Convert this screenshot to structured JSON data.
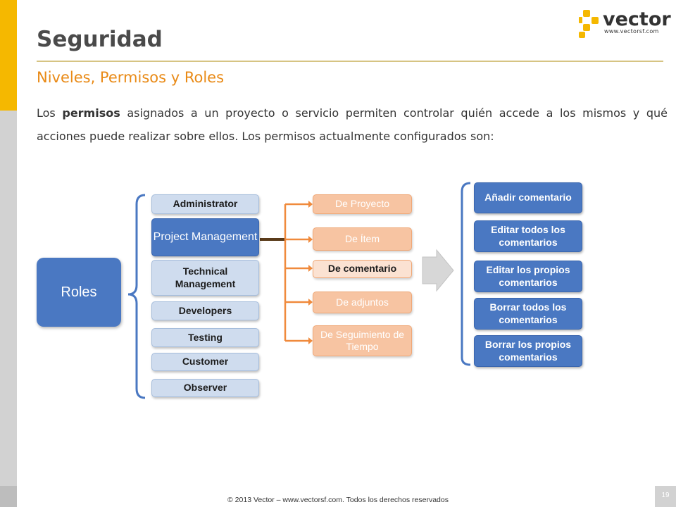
{
  "header": {
    "title": "Seguridad",
    "subtitle": "Niveles, Permisos y Roles"
  },
  "paragraph": {
    "before": "Los ",
    "bold": "permisos",
    "after": " asignados a un proyecto o servicio permiten controlar quién accede a los mismos y qué acciones puede realizar sobre ellos. Los permisos actualmente configurados son:"
  },
  "logo": {
    "word": "vector",
    "url": "www.vectorsf.com"
  },
  "diagram": {
    "root": "Roles",
    "roles": [
      "Administrator",
      "Project Management",
      "Technical Management",
      "Developers",
      "Testing",
      "Customer",
      "Observer"
    ],
    "selected_role": "Project Management",
    "permissions": [
      "De Proyecto",
      "De Ítem",
      "De comentario",
      "De adjuntos",
      "De Seguimiento de Tiempo"
    ],
    "selected_permission": "De comentario",
    "actions": [
      "Añadir comentario",
      "Editar todos los comentarios",
      "Editar los propios comentarios",
      "Borrar todos los comentarios",
      "Borrar los propios comentarios"
    ]
  },
  "colors": {
    "accent_yellow": "#f5b800",
    "subtitle_orange": "#e98a16",
    "role_blue": "#4a78c2",
    "connector_orange": "#f08a3c"
  },
  "footer": {
    "copyright": "© 2013 Vector – www.vectorsf.com. Todos los derechos reservados",
    "page_number": "19"
  }
}
